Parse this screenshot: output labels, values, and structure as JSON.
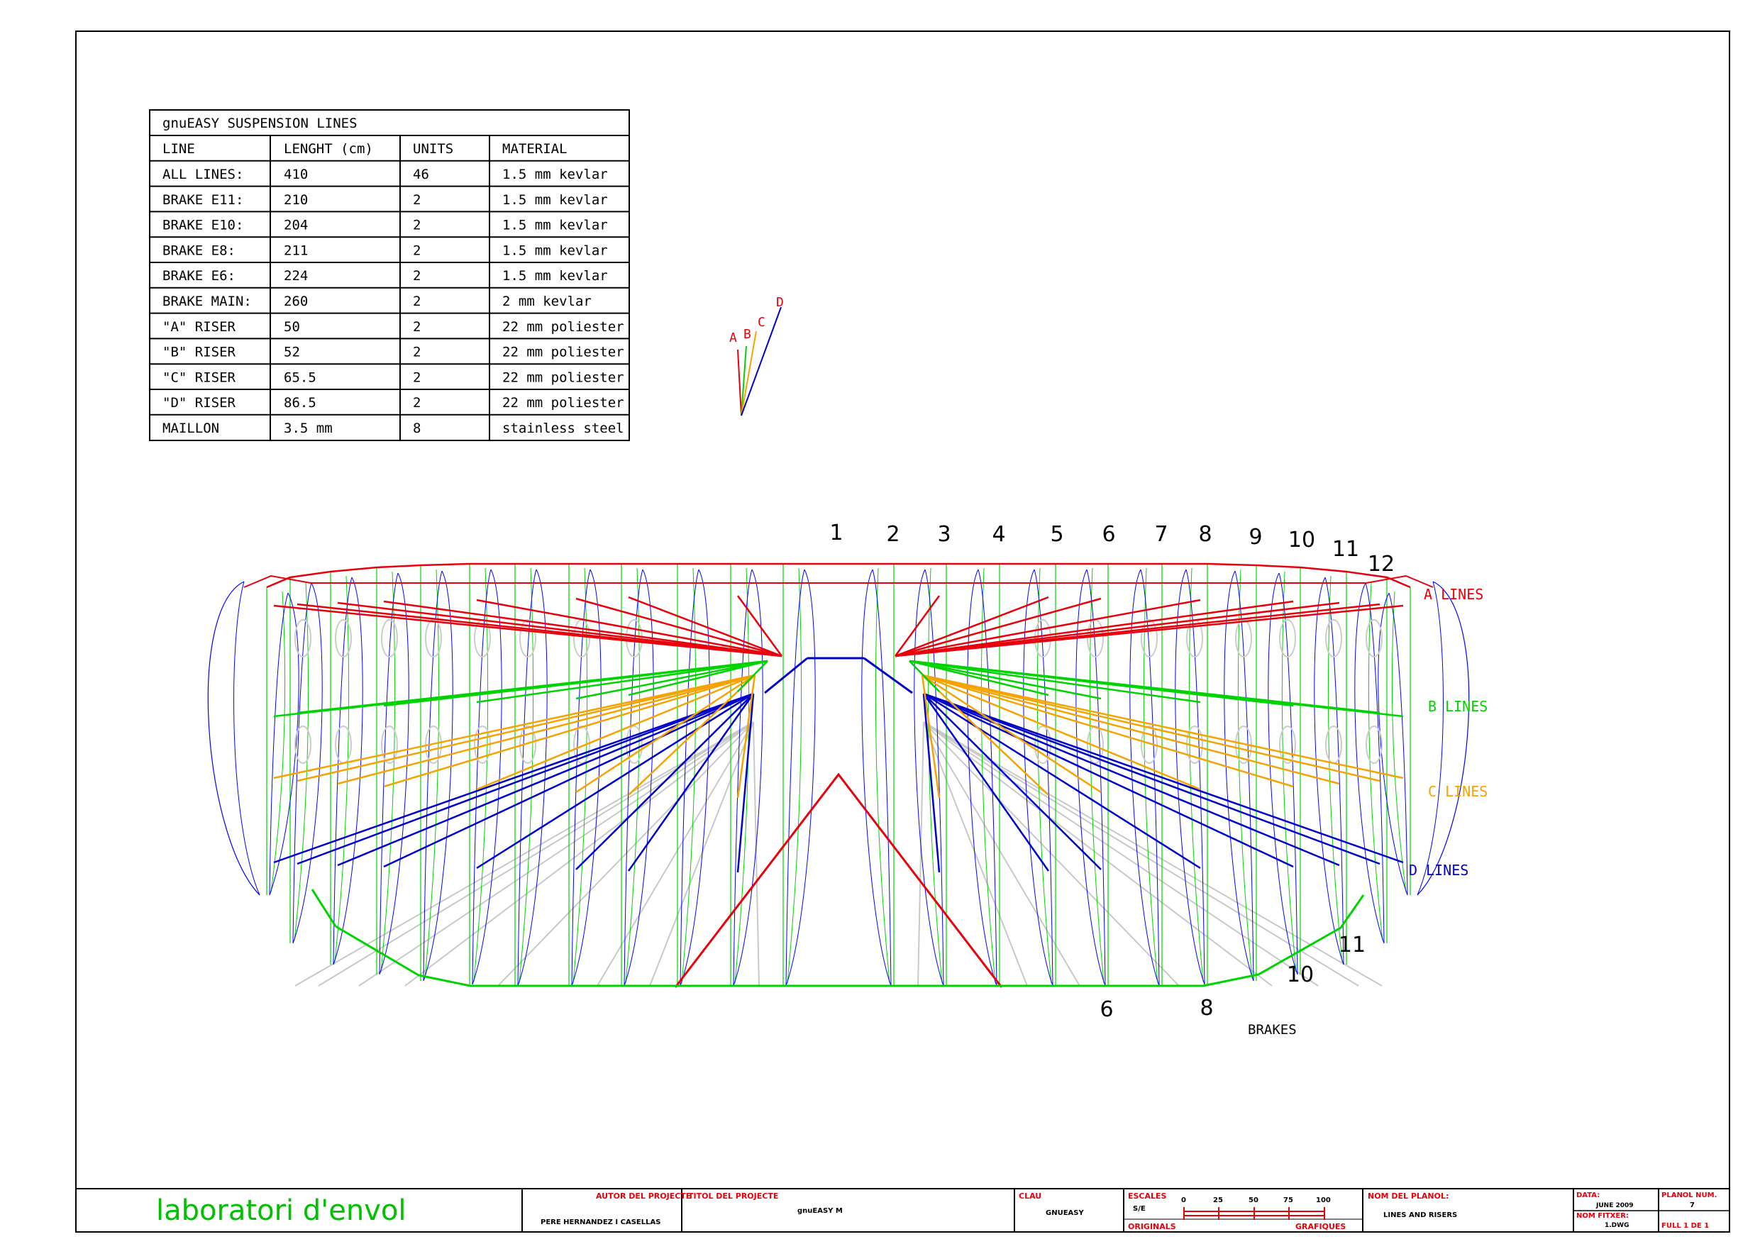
{
  "table": {
    "title": "gnuEASY SUSPENSION LINES",
    "headers": [
      "LINE",
      "LENGHT (cm)",
      "UNITS",
      "MATERIAL"
    ],
    "rows": [
      [
        "ALL LINES:",
        "410",
        "46",
        "1.5 mm kevlar"
      ],
      [
        "BRAKE E11:",
        "210",
        "2",
        "1.5 mm kevlar"
      ],
      [
        "BRAKE E10:",
        "204",
        "2",
        "1.5 mm kevlar"
      ],
      [
        "BRAKE E8:",
        "211",
        "2",
        "1.5 mm kevlar"
      ],
      [
        "BRAKE E6:",
        "224",
        "2",
        "1.5 mm kevlar"
      ],
      [
        "BRAKE MAIN:",
        "260",
        "2",
        "2 mm kevlar"
      ],
      [
        "\"A\" RISER",
        "50",
        "2",
        "22 mm poliester"
      ],
      [
        "\"B\" RISER",
        "52",
        "2",
        "22 mm poliester"
      ],
      [
        "\"C\" RISER",
        "65.5",
        "2",
        "22 mm poliester"
      ],
      [
        "\"D\" RISER",
        "86.5",
        "2",
        "22 mm poliester"
      ],
      [
        "MAILLON",
        "3.5 mm",
        "8",
        "stainless steel"
      ]
    ]
  },
  "riser_diagram": {
    "labels": [
      "A",
      "B",
      "C",
      "D"
    ]
  },
  "rib_numbers": [
    "1",
    "2",
    "3",
    "4",
    "5",
    "6",
    "7",
    "8",
    "9",
    "10",
    "11",
    "12"
  ],
  "brake_numbers": [
    "6",
    "8",
    "10",
    "11"
  ],
  "brakes_label": "BRAKES",
  "legend": {
    "a": "A LINES",
    "b": "B LINES",
    "c": "C LINES",
    "d": "D LINES"
  },
  "colors": {
    "a": "#e8000b",
    "b": "#00d400",
    "c": "#f5a300",
    "d": "#0000cc",
    "rib": "#0000ff",
    "brake": "#c8c8c8",
    "cartouche_red": "#e8000b"
  },
  "title_block": {
    "company": "laboratori d'envol",
    "autor_label": "AUTOR DEL PROJECTE",
    "autor": "PERE HERNANDEZ I CASELLAS",
    "titol_label": "TITOL DEL PROJECTE",
    "titol": "gnuEASY M",
    "clau_label": "CLAU",
    "clau": "GNUEASY",
    "escales_label": "ESCALES",
    "escala": "S/E",
    "originals_label": "ORIGINALS",
    "grafiques_label": "GRAFIQUES",
    "scale_ticks": [
      "0",
      "25",
      "50",
      "75",
      "100"
    ],
    "nom_label": "NOM DEL PLANOL:",
    "nom": "LINES AND RISERS",
    "data_label": "DATA:",
    "data": "JUNE 2009",
    "fitxer_label": "NOM FITXER:",
    "fitxer": "1.DWG",
    "planol_label": "PLANOL NUM.",
    "planol": "7",
    "full": "FULL 1 DE 1"
  }
}
